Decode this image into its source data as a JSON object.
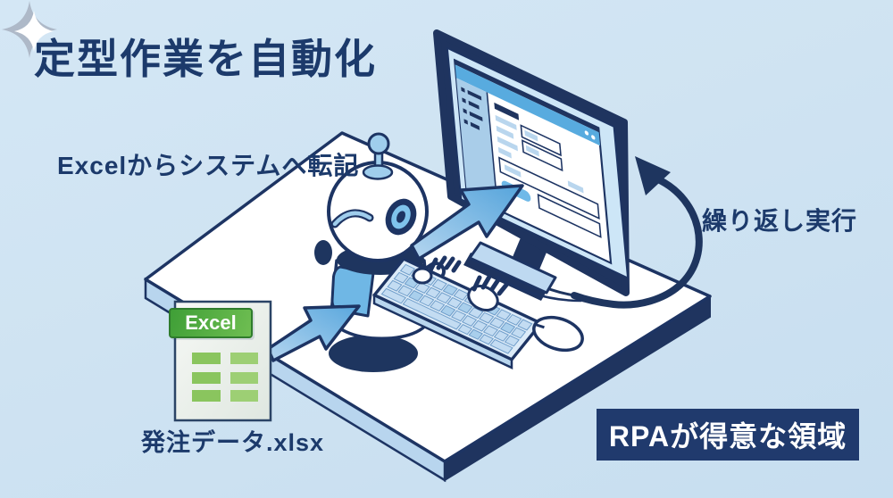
{
  "header": {
    "title": "定型作業を自動化"
  },
  "annotations": {
    "flow_label": "Excelからシステムへ転記",
    "repeat_label": "繰り返し実行",
    "file_name": "発注データ.xlsx",
    "badge_label": "RPAが得意な領域"
  },
  "excel_icon": {
    "tab_label": "Excel"
  },
  "icons": [
    "robot-icon",
    "monitor-icon",
    "keyboard-icon",
    "mouse-icon",
    "excel-file-icon",
    "arrow-to-robot-icon",
    "arrow-to-screen-icon",
    "repeat-arrow-icon",
    "sparkle-icon"
  ],
  "colors": {
    "background": "#cfe3f2",
    "ink_navy": "#1d3463",
    "text_navy": "#1c3a6b",
    "desk_white": "#ffffff",
    "desk_side_light": "#b8d5ee",
    "desk_side_dark": "#1f345f",
    "screen_bg": "#cde6f7",
    "titlebar_blue": "#58abdf",
    "sidebar_blue": "#a9cde9",
    "field_blue": "#b9d6ee",
    "button_blue": "#6fb9e8",
    "arrow_light": "#b5d6f0",
    "arrow_medium": "#59a7dd",
    "robot_accent": "#9fcdec",
    "chest_blue": "#6fb7e5",
    "excel_green": "#4fa83f",
    "excel_bar_green": "#93ca67",
    "badge_bg": "#203a6d",
    "badge_text": "#ffffff"
  }
}
